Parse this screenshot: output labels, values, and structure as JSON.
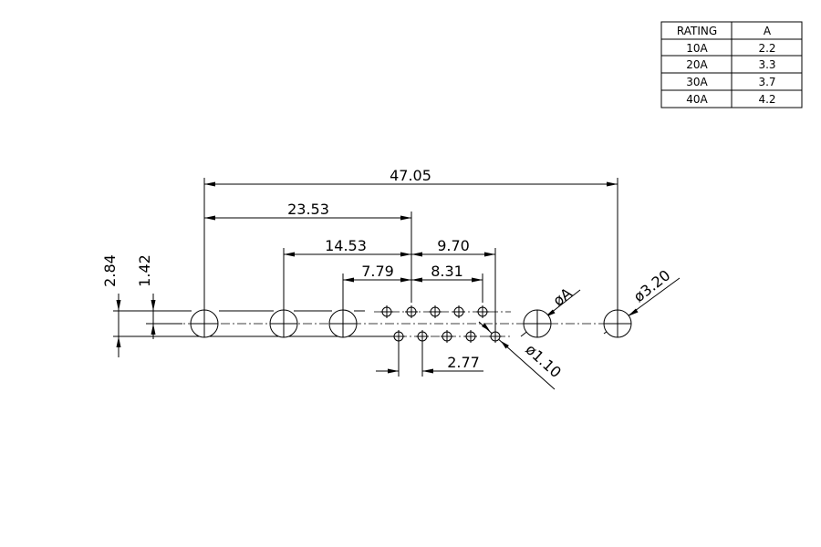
{
  "rating_table": {
    "headers": [
      "RATING",
      "A"
    ],
    "rows": [
      [
        "10A",
        "2.2"
      ],
      [
        "20A",
        "3.3"
      ],
      [
        "30A",
        "3.7"
      ],
      [
        "40A",
        "4.2"
      ]
    ]
  },
  "dimensions": {
    "overall_length": "47.05",
    "half_length": "23.53",
    "left_span": "14.53",
    "right_span": "9.70",
    "inner_left": "7.79",
    "inner_right": "8.31",
    "pin_pitch": "2.77",
    "row_spacing": "2.84",
    "half_row_spacing": "1.42",
    "hole_a": "øA",
    "hole_small": "ø1.10",
    "hole_large": "ø3.20"
  }
}
